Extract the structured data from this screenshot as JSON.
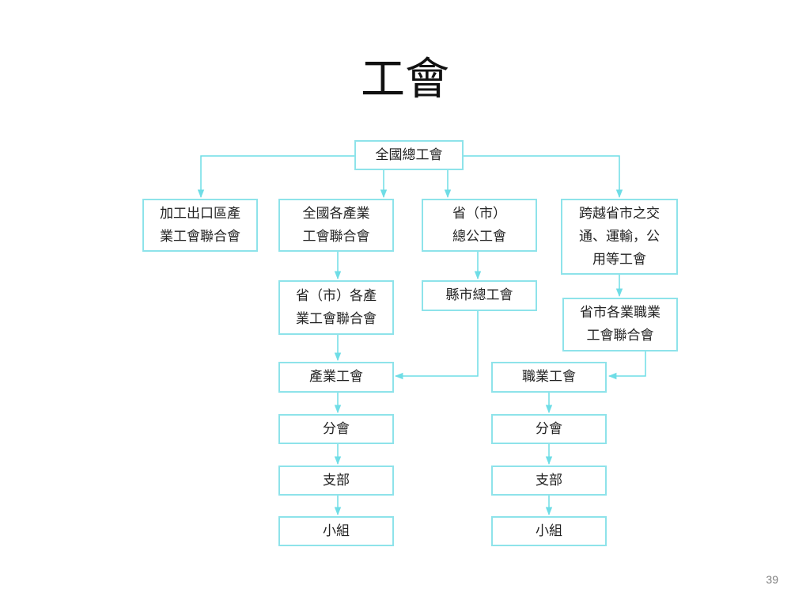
{
  "slide": {
    "title": "工會",
    "page_number": "39"
  },
  "colors": {
    "line": "#6fdde6",
    "box_border": "#8ee3ea",
    "text": "#222222"
  },
  "nodes": {
    "national_federation": "全國總工會",
    "processing_zone_union": "加工出口區產\n業工會聯合會",
    "national_industrial_federation": "全國各產業\n工會聯合會",
    "provincial_federation": "省（市）\n總公工會",
    "cross_region_union": "跨越省市之交\n通、運輸，公\n用等工會",
    "provincial_industrial_federation": "省（市）各產\n業工會聯合會",
    "county_federation": "縣市總工會",
    "provincial_craft_federation": "省市各業職業\n工會聯合會",
    "industrial_union": "產業工會",
    "craft_union": "職業工會",
    "branch_left": "分會",
    "section_left": "支部",
    "group_left": "小組",
    "branch_right": "分會",
    "section_right": "支部",
    "group_right": "小組"
  }
}
